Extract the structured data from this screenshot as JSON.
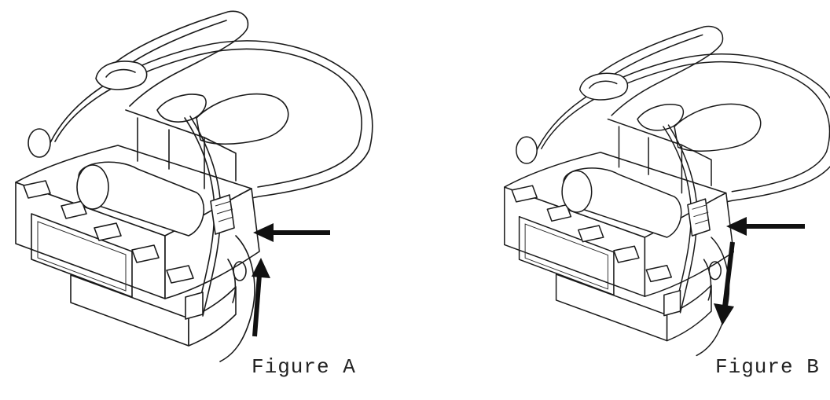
{
  "figures": [
    {
      "id": "a",
      "caption": "Figure A",
      "arrows": [
        "horizontal-left-arrow",
        "vertical-up-arrow"
      ]
    },
    {
      "id": "b",
      "caption": "Figure B",
      "arrows": [
        "horizontal-left-arrow",
        "vertical-down-arrow"
      ]
    }
  ],
  "colors": {
    "ink": "#1a1a1a",
    "background": "#ffffff"
  }
}
